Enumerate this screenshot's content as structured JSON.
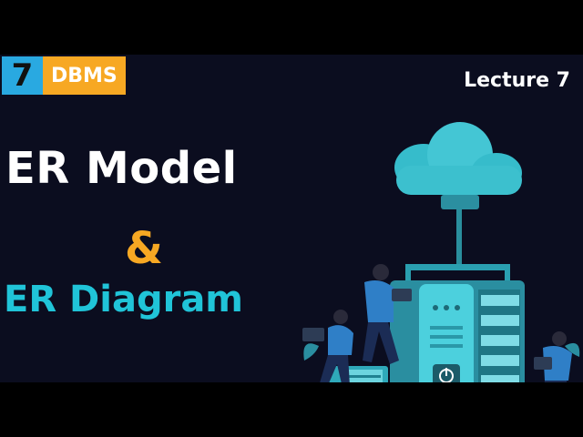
{
  "badge": {
    "number": "7",
    "label": "DBMS"
  },
  "lecture": "Lecture 7",
  "title": {
    "line1": "ER Model",
    "amp": "&",
    "line2": "ER Diagram"
  },
  "colors": {
    "background": "#0b0d1f",
    "badge_blue": "#29a9e1",
    "badge_orange": "#f7a823",
    "title_cyan": "#20c4d8",
    "illustration_teal": "#3fb9c6"
  },
  "icons": [
    "cloud-icon",
    "server-icon",
    "power-icon",
    "person-icon",
    "laptop-icon"
  ]
}
